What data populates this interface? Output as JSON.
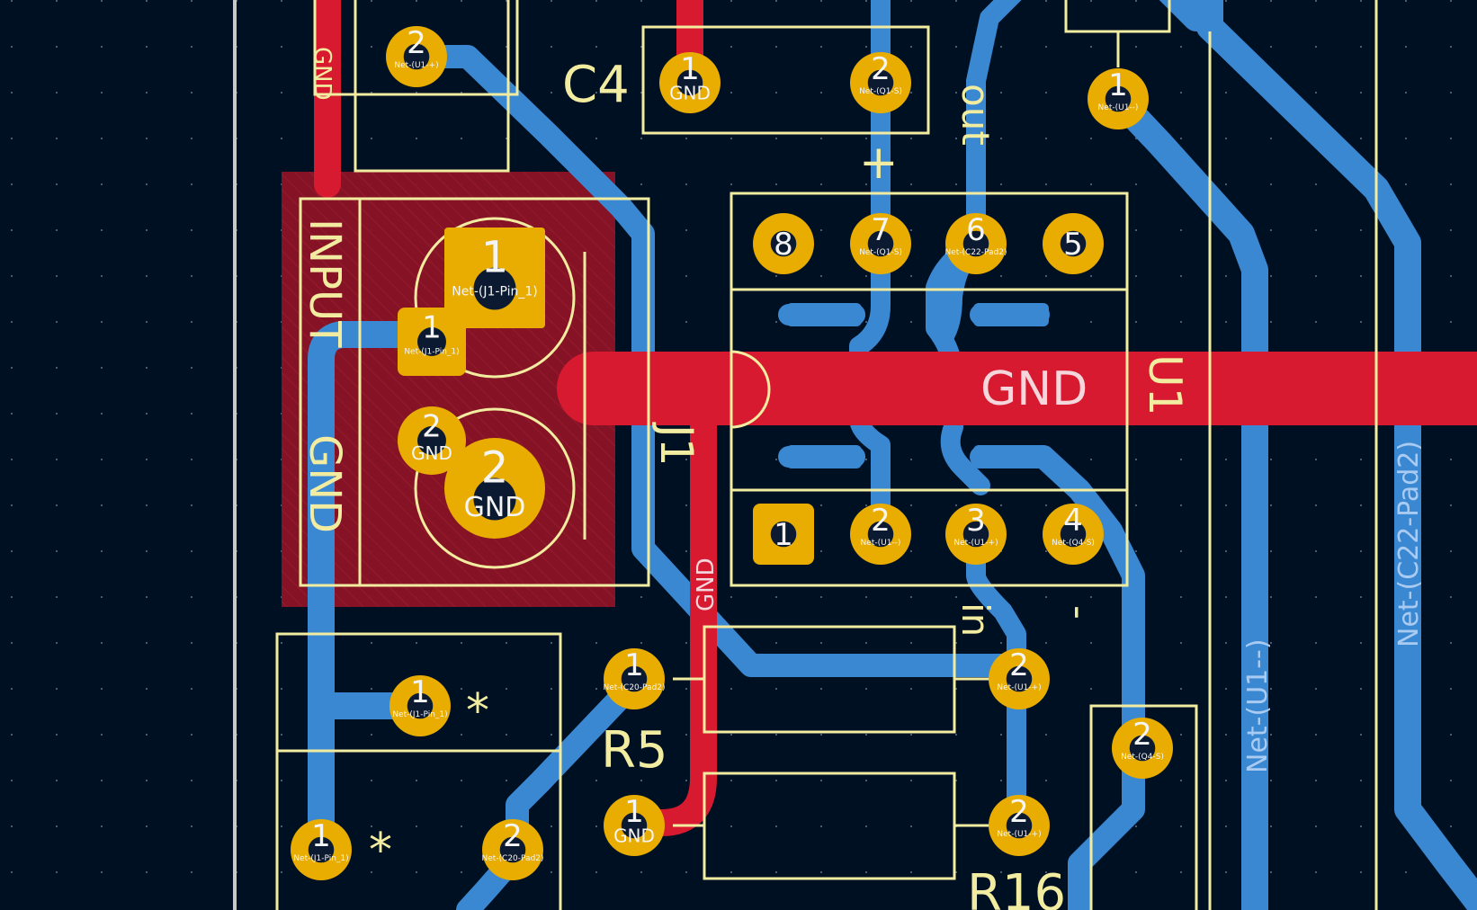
{
  "colors": {
    "background": "#001023",
    "front_copper": "#d81a30",
    "back_copper": "#3a88d2",
    "pad": "#e8ad00",
    "silkscreen": "#f2eca0",
    "zone": "#8c1426",
    "net_label": "#e0e7ff"
  },
  "references": {
    "c4": "C4",
    "j1": "J1",
    "u1": "U1",
    "r5": "R5",
    "r16": "R16"
  },
  "silk": {
    "input": "INPUT",
    "gnd": "GND",
    "out": "out",
    "in": "in",
    "plus": "+",
    "minus": "-",
    "star": "*"
  },
  "nets": {
    "gnd": "GND",
    "u1_minus": "Net-(U1--)",
    "c22_pad2": "Net-(C22-Pad2)",
    "gnd_track": "GND",
    "gnd_track_top": "GND"
  },
  "pads": [
    {
      "id": "top-left-2",
      "num": "2",
      "net": "Net-(U1-+)"
    },
    {
      "id": "c4-1",
      "num": "1",
      "net": "GND"
    },
    {
      "id": "c4-2",
      "num": "2",
      "net": "Net-(Q1-S)"
    },
    {
      "id": "top-right-1",
      "num": "1",
      "net": "Net-(U1--)"
    },
    {
      "id": "j1-1",
      "num": "1",
      "net": "Net-(J1-Pin_1)"
    },
    {
      "id": "j1-1b",
      "num": "1",
      "net": "Net-(J1-Pin_1)"
    },
    {
      "id": "j1-2",
      "num": "2",
      "net": "GND"
    },
    {
      "id": "j1-2b",
      "num": "2",
      "net": "GND"
    },
    {
      "id": "u1-8",
      "num": "8",
      "net": ""
    },
    {
      "id": "u1-7",
      "num": "7",
      "net": "Net-(Q1-S)"
    },
    {
      "id": "u1-6",
      "num": "6",
      "net": "Net-(C22-Pad2)"
    },
    {
      "id": "u1-5",
      "num": "5",
      "net": ""
    },
    {
      "id": "u1-1",
      "num": "1",
      "net": ""
    },
    {
      "id": "u1-2",
      "num": "2",
      "net": "Net-(U1--)"
    },
    {
      "id": "u1-3",
      "num": "3",
      "net": "Net-(U1-+)"
    },
    {
      "id": "u1-4",
      "num": "4",
      "net": "Net-(Q4-S)"
    },
    {
      "id": "r5-1",
      "num": "1",
      "net": "Net-(C20-Pad2)"
    },
    {
      "id": "r5-2",
      "num": "2",
      "net": "Net-(U1-+)"
    },
    {
      "id": "bl-1",
      "num": "1",
      "net": "Net-(J1-Pin_1)"
    },
    {
      "id": "r16-1",
      "num": "1",
      "net": "GND"
    },
    {
      "id": "r16-2",
      "num": "2",
      "net": "Net-(U1-+)"
    },
    {
      "id": "br-2",
      "num": "2",
      "net": "Net-(Q4-S)"
    },
    {
      "id": "bb-1",
      "num": "1",
      "net": "Net-(J1-Pin_1)"
    },
    {
      "id": "bb-2",
      "num": "2",
      "net": "Net-(C20-Pad2)"
    }
  ]
}
